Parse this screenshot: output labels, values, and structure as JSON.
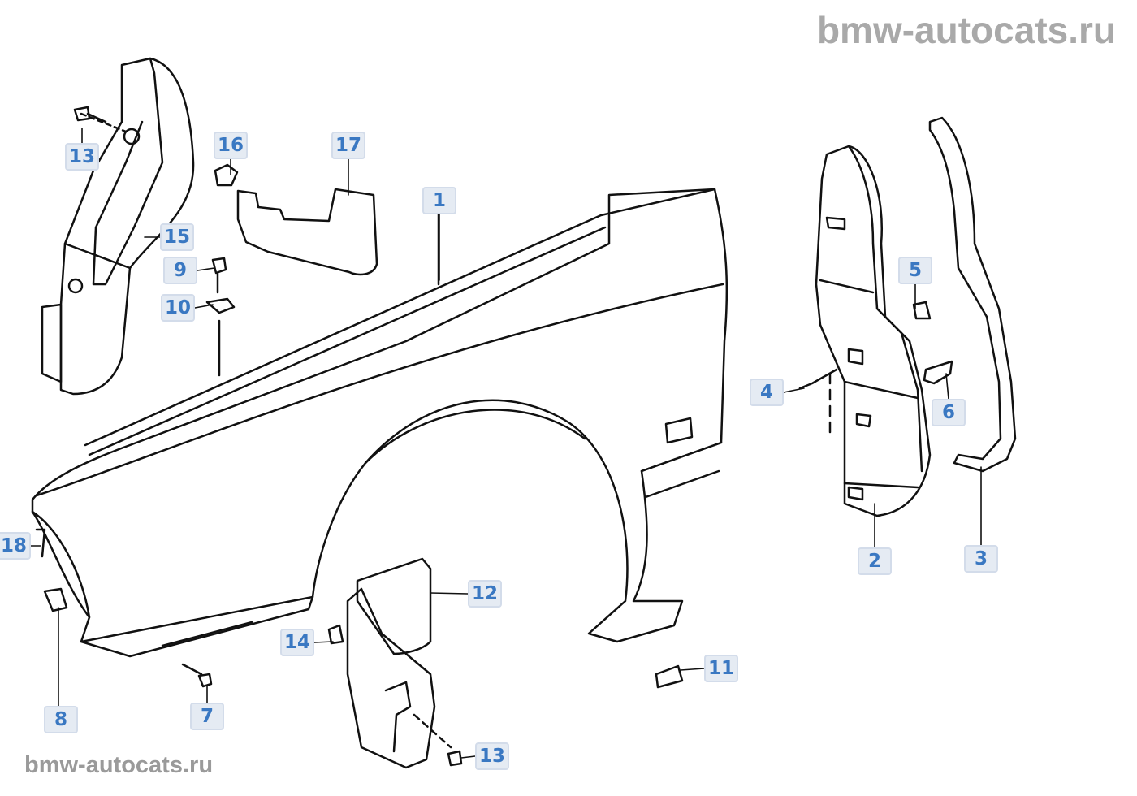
{
  "watermark_top": "bmw-autocats.ru",
  "watermark_bottom": "bmw-autocats.ru",
  "label_color": "#3a78c2",
  "parts": [
    {
      "id": "p13a",
      "label": "13"
    },
    {
      "id": "p16",
      "label": "16"
    },
    {
      "id": "p17",
      "label": "17"
    },
    {
      "id": "p1",
      "label": "1"
    },
    {
      "id": "p15",
      "label": "15"
    },
    {
      "id": "p9",
      "label": "9"
    },
    {
      "id": "p10",
      "label": "10"
    },
    {
      "id": "p5",
      "label": "5"
    },
    {
      "id": "p4",
      "label": "4"
    },
    {
      "id": "p6",
      "label": "6"
    },
    {
      "id": "p2",
      "label": "2"
    },
    {
      "id": "p3",
      "label": "3"
    },
    {
      "id": "p18",
      "label": "18"
    },
    {
      "id": "p12",
      "label": "12"
    },
    {
      "id": "p14",
      "label": "14"
    },
    {
      "id": "p11",
      "label": "11"
    },
    {
      "id": "p8",
      "label": "8"
    },
    {
      "id": "p7",
      "label": "7"
    },
    {
      "id": "p13b",
      "label": "13"
    }
  ]
}
